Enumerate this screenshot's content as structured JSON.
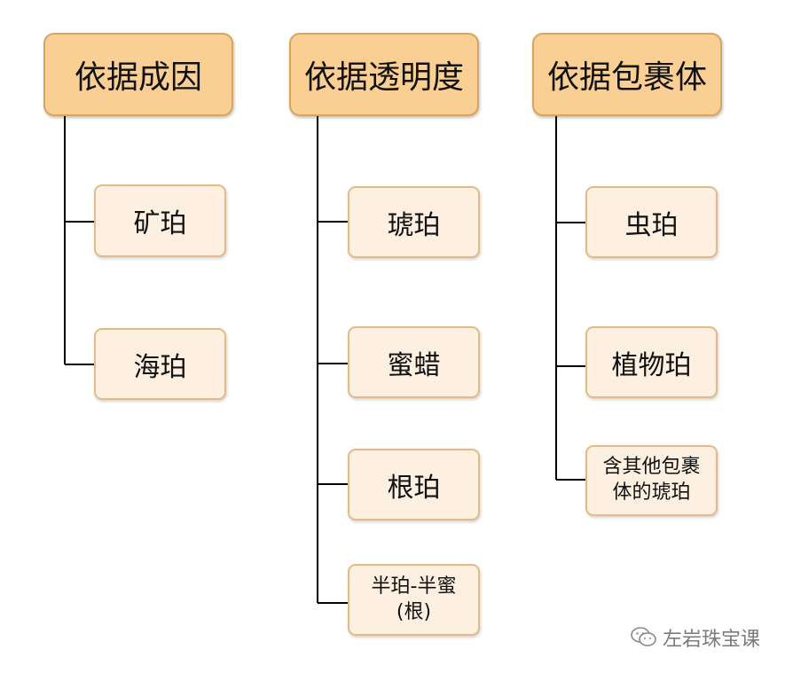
{
  "columns": [
    {
      "title": "依据成因",
      "items": [
        "矿珀",
        "海珀"
      ]
    },
    {
      "title": "依据透明度",
      "items": [
        "琥珀",
        "蜜蜡",
        "根珀",
        "半珀-半蜜\n(根)"
      ]
    },
    {
      "title": "依据包裹体",
      "items": [
        "虫珀",
        "植物珀",
        "含其他包裹\n体的琥珀"
      ]
    }
  ],
  "watermark": {
    "text": "左岩珠宝课",
    "icon": "wechat-icon"
  },
  "colors": {
    "header_fill": "#f9cf93",
    "header_border": "#d9a45c",
    "leaf_fill": "#fdf0e1",
    "leaf_border": "#e2bb86",
    "line": "#000000"
  }
}
